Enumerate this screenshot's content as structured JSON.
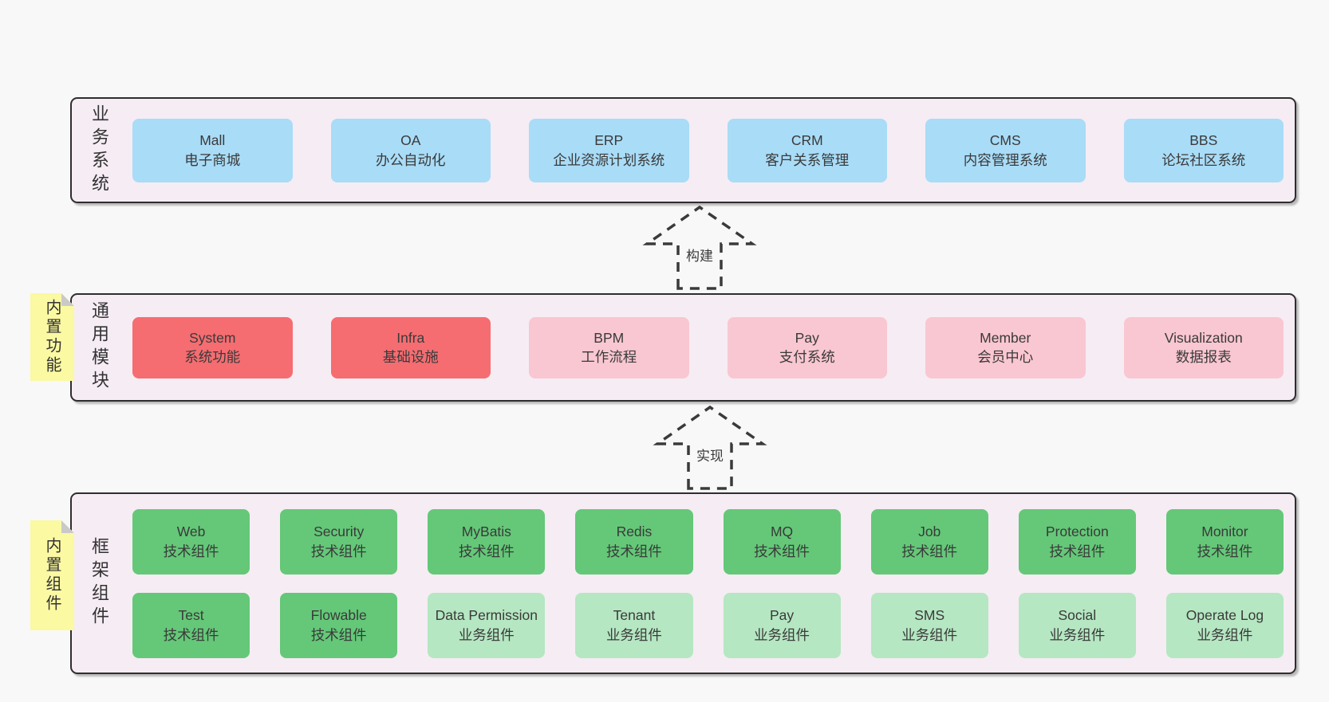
{
  "colors": {
    "page_background": "#f8f8f8",
    "container_fill": "#f6ecf4",
    "container_border": "#2e2e2e",
    "box_blue": "#a9dcf7",
    "box_red": "#f56d71",
    "box_pink": "#f9c7d1",
    "box_green": "#64c878",
    "box_lightgreen": "#b5e7c2",
    "sticky_yellow": "#fbf9a2",
    "sticky_fold": "#c9c9c9",
    "text": "#363636"
  },
  "layers": [
    {
      "id": "business-systems",
      "label": "业务系统",
      "sticky": null,
      "boxes": [
        {
          "name": "Mall",
          "subtitle": "电子商城",
          "type": "blue"
        },
        {
          "name": "OA",
          "subtitle": "办公自动化",
          "type": "blue"
        },
        {
          "name": "ERP",
          "subtitle": "企业资源计划系统",
          "type": "blue"
        },
        {
          "name": "CRM",
          "subtitle": "客户关系管理",
          "type": "blue"
        },
        {
          "name": "CMS",
          "subtitle": "内容管理系统",
          "type": "blue"
        },
        {
          "name": "BBS",
          "subtitle": "论坛社区系统",
          "type": "blue"
        }
      ]
    },
    {
      "id": "common-modules",
      "label": "通用模块",
      "sticky": "内置功能",
      "boxes": [
        {
          "name": "System",
          "subtitle": "系统功能",
          "type": "red"
        },
        {
          "name": "Infra",
          "subtitle": "基础设施",
          "type": "red"
        },
        {
          "name": "BPM",
          "subtitle": "工作流程",
          "type": "pink"
        },
        {
          "name": "Pay",
          "subtitle": "支付系统",
          "type": "pink"
        },
        {
          "name": "Member",
          "subtitle": "会员中心",
          "type": "pink"
        },
        {
          "name": "Visualization",
          "subtitle": "数据报表",
          "type": "pink"
        }
      ]
    },
    {
      "id": "framework-components",
      "label": "框架组件",
      "sticky": "内置组件",
      "rows": [
        [
          {
            "name": "Web",
            "subtitle": "技术组件",
            "type": "green"
          },
          {
            "name": "Security",
            "subtitle": "技术组件",
            "type": "green"
          },
          {
            "name": "MyBatis",
            "subtitle": "技术组件",
            "type": "green"
          },
          {
            "name": "Redis",
            "subtitle": "技术组件",
            "type": "green"
          },
          {
            "name": "MQ",
            "subtitle": "技术组件",
            "type": "green"
          },
          {
            "name": "Job",
            "subtitle": "技术组件",
            "type": "green"
          },
          {
            "name": "Protection",
            "subtitle": "技术组件",
            "type": "green"
          },
          {
            "name": "Monitor",
            "subtitle": "技术组件",
            "type": "green"
          }
        ],
        [
          {
            "name": "Test",
            "subtitle": "技术组件",
            "type": "green"
          },
          {
            "name": "Flowable",
            "subtitle": "技术组件",
            "type": "green"
          },
          {
            "name": "Data Permission",
            "subtitle": "业务组件",
            "type": "lightgreen"
          },
          {
            "name": "Tenant",
            "subtitle": "业务组件",
            "type": "lightgreen"
          },
          {
            "name": "Pay",
            "subtitle": "业务组件",
            "type": "lightgreen"
          },
          {
            "name": "SMS",
            "subtitle": "业务组件",
            "type": "lightgreen"
          },
          {
            "name": "Social",
            "subtitle": "业务组件",
            "type": "lightgreen"
          },
          {
            "name": "Operate Log",
            "subtitle": "业务组件",
            "type": "lightgreen"
          }
        ]
      ]
    }
  ],
  "arrows": [
    {
      "label": "构建"
    },
    {
      "label": "实现"
    }
  ]
}
